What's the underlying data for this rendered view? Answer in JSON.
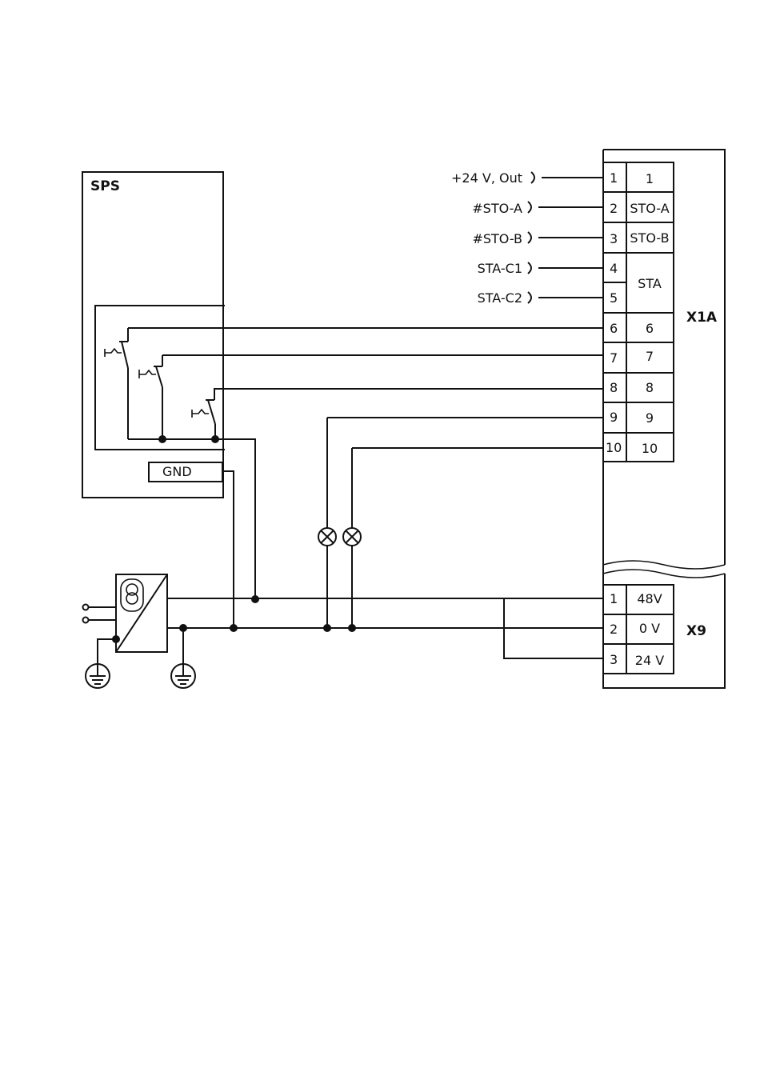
{
  "plc": {
    "title": "SPS",
    "gnd_label": "GND"
  },
  "x1a": {
    "label": "X1A",
    "pins": [
      {
        "num": "1",
        "name": "1",
        "ext": "+24 V, Out"
      },
      {
        "num": "2",
        "name": "STO-A",
        "ext": "#STO-A"
      },
      {
        "num": "3",
        "name": "STO-B",
        "ext": "#STO-B"
      },
      {
        "num": "4",
        "name": "STA",
        "ext": "STA-C1"
      },
      {
        "num": "5",
        "name": "",
        "ext": "STA-C2"
      },
      {
        "num": "6",
        "name": "6",
        "ext": ""
      },
      {
        "num": "7",
        "name": "7",
        "ext": ""
      },
      {
        "num": "8",
        "name": "8",
        "ext": ""
      },
      {
        "num": "9",
        "name": "9",
        "ext": ""
      },
      {
        "num": "10",
        "name": "10",
        "ext": ""
      }
    ]
  },
  "x9": {
    "label": "X9",
    "pins": [
      {
        "num": "1",
        "name": "48V"
      },
      {
        "num": "2",
        "name": "0 V"
      },
      {
        "num": "3",
        "name": "24 V"
      }
    ]
  }
}
